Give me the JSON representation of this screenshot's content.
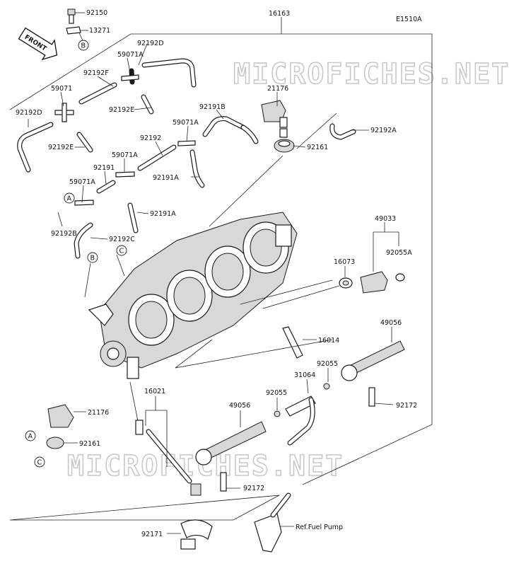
{
  "diagram_code": "E1510A",
  "direction_label": "FRONT",
  "watermark": "MICROFICHES.NET",
  "callouts": {
    "A": "A",
    "B": "B",
    "C": "C"
  },
  "parts": {
    "p92150": "92150",
    "p13271": "13271",
    "p16163": "16163",
    "p92192D_top": "92192D",
    "p59071A_1": "59071A",
    "p92192F": "92192F",
    "p59071": "59071",
    "p92192E_1": "92192E",
    "p92192D_left": "92192D",
    "p92192E_2": "92192E",
    "p21176_top": "21176",
    "p92191B": "92191B",
    "p59071A_2": "59071A",
    "p92192A": "92192A",
    "p92192": "92192",
    "p92161_top": "92161",
    "p59071A_3": "59071A",
    "p92191": "92191",
    "p92191A_1": "92191A",
    "p59071A_4": "59071A",
    "p92191A_2": "92191A",
    "p92192B": "92192B",
    "p92192C": "92192C",
    "p49033": "49033",
    "p92055A": "92055A",
    "p16073": "16073",
    "p16014": "16014",
    "p49056_right": "49056",
    "p92055_right": "92055",
    "p31064": "31064",
    "p92055_mid": "92055",
    "p16021": "16021",
    "p49056_mid": "49056",
    "p92172_right": "92172",
    "p21176_bottom": "21176",
    "p92161_bottom": "92161",
    "p92172_bottom": "92172",
    "p92171": "92171",
    "ref_fuel_pump": "Ref.Fuel Pump"
  }
}
